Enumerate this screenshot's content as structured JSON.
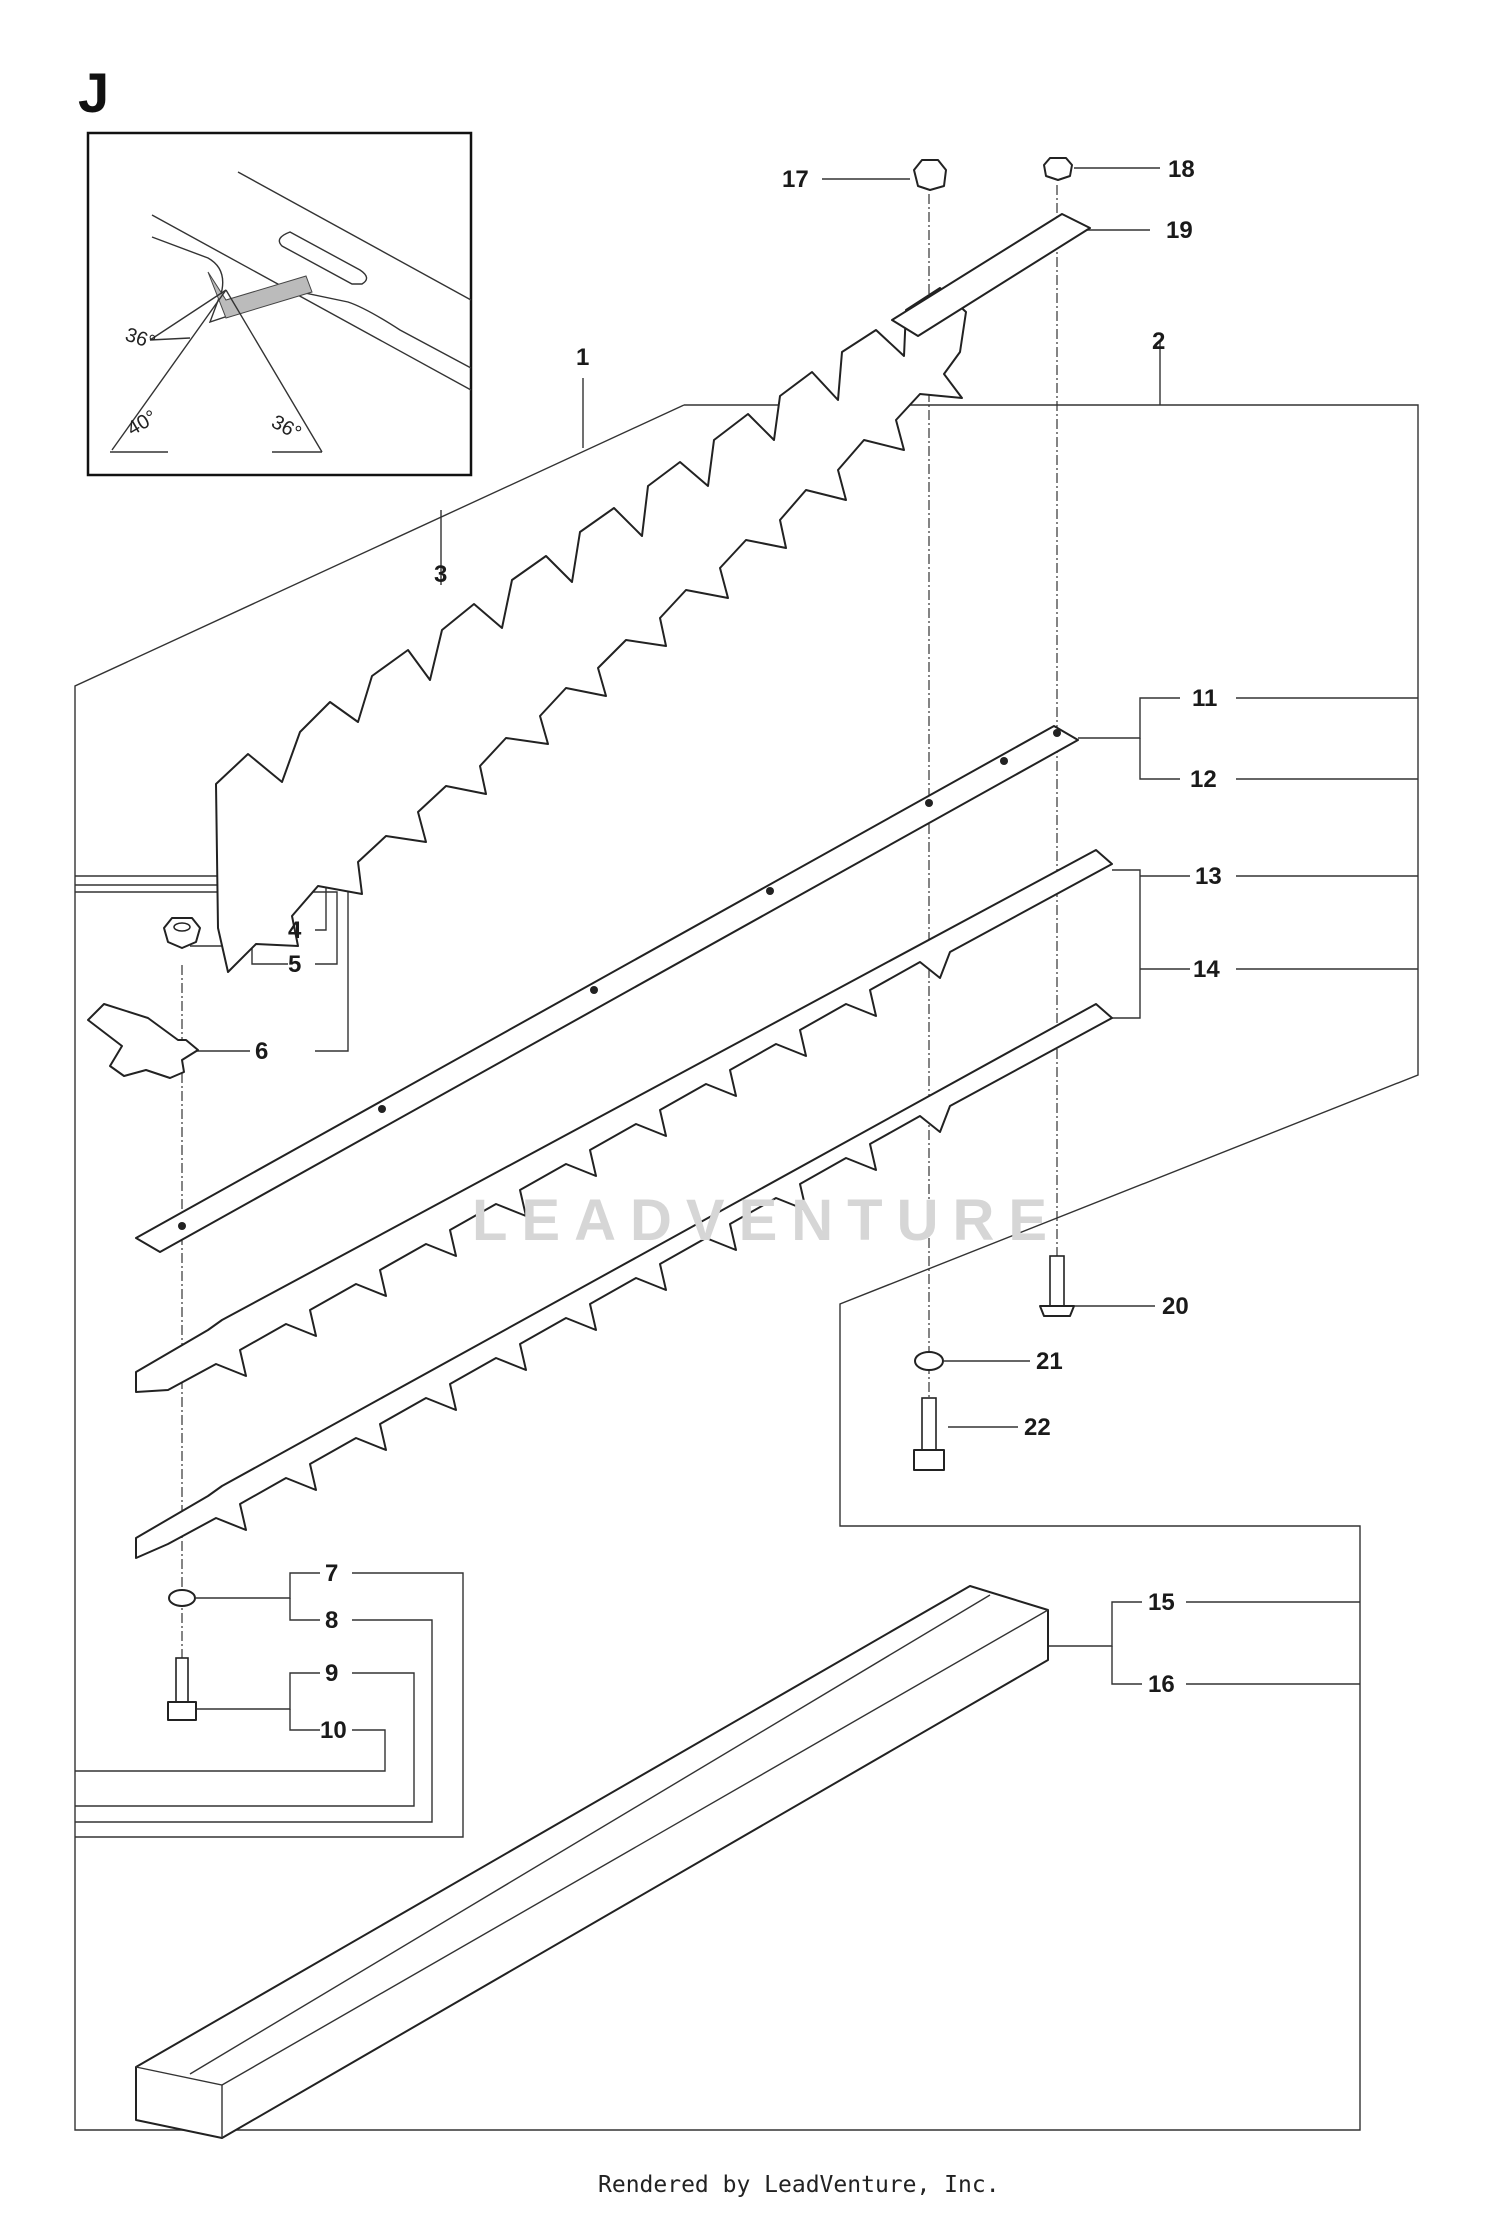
{
  "diagram": {
    "section_letter": "J",
    "inset_angles": [
      "36°",
      "40°",
      "36°"
    ],
    "callouts": [
      "1",
      "2",
      "3",
      "4",
      "5",
      "6",
      "7",
      "8",
      "9",
      "10",
      "11",
      "12",
      "13",
      "14",
      "15",
      "16",
      "17",
      "18",
      "19",
      "20",
      "21",
      "22"
    ],
    "watermark": "LEADVENTURE",
    "footer": "Rendered by LeadVenture, Inc."
  }
}
